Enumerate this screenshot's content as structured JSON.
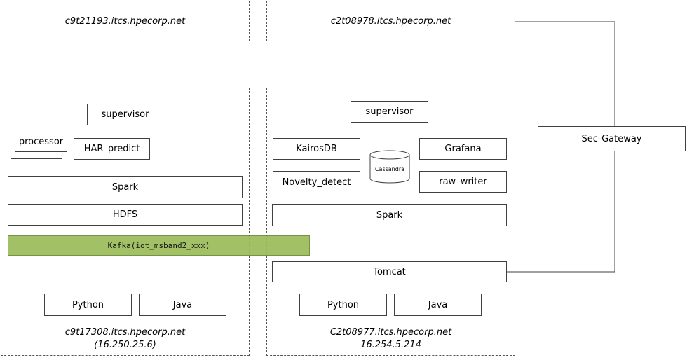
{
  "top_hosts": {
    "left": "c9t21193.itcs.hpecorp.net",
    "right": "c2t08978.itcs.hpecorp.net"
  },
  "left_node": {
    "supervisor": "supervisor",
    "processor": "processor",
    "har_predict": "HAR_predict",
    "spark": "Spark",
    "hdfs": "HDFS",
    "python": "Python",
    "java": "Java",
    "host_line1": "c9t17308.itcs.hpecorp.net",
    "host_line2": "(16.250.25.6)"
  },
  "kafka": {
    "label": "Kafka(iot_msband2_xxx)",
    "color": "#9bbb59"
  },
  "right_node": {
    "supervisor": "supervisor",
    "kairosdb": "KairosDB",
    "cassandra": "Cassandra",
    "grafana": "Grafana",
    "novelty_detect": "Novelty_detect",
    "raw_writer": "raw_writer",
    "spark": "Spark",
    "tomcat": "Tomcat",
    "python": "Python",
    "java": "Java",
    "host_line1": "C2t08977.itcs.hpecorp.net",
    "host_line2": "16.254.5.214"
  },
  "gateway": {
    "label": "Sec-Gateway"
  }
}
